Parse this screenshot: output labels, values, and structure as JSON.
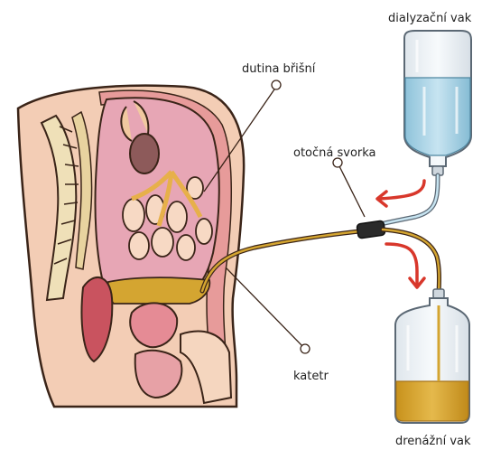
{
  "labels": {
    "dialysate_bag": "dialyzační vak",
    "abdominal_cavity": "dutina břišní",
    "open_clamp": "otočná svorka",
    "catheter": "katetr",
    "drainage_bag": "drenážní vak"
  },
  "colors": {
    "fresh_fluid": "#a9d3e6",
    "drained_fluid": "#d4a531",
    "flow_arrow": "#d8372b",
    "skin": "#f3cdb5",
    "cavity": "#e7a6b5",
    "spine": "#efe0b8",
    "outline": "#3a2418"
  }
}
